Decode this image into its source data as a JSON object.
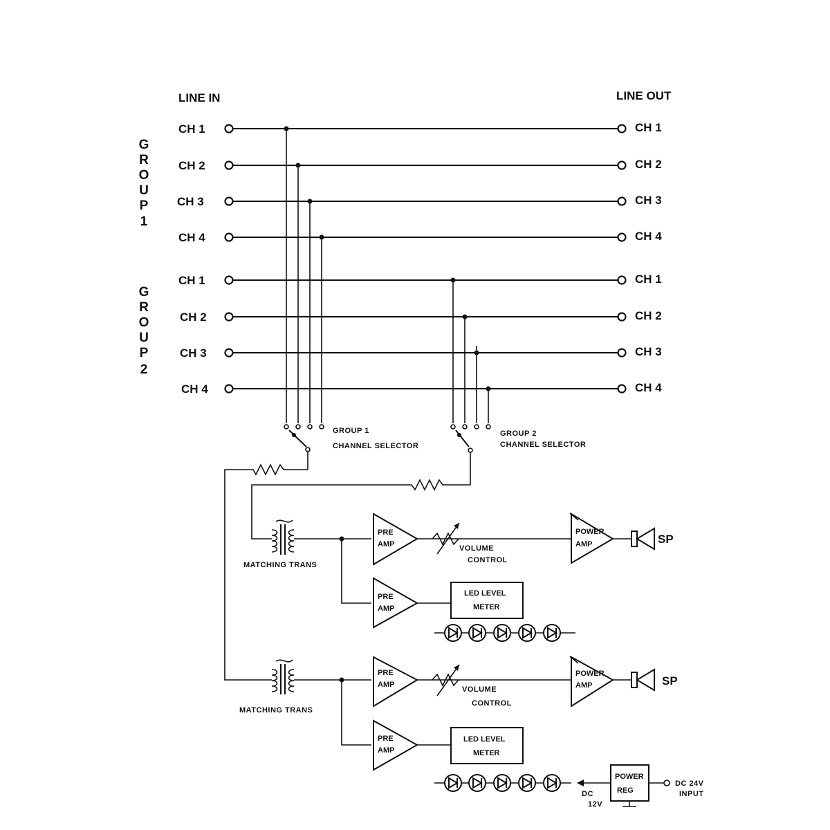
{
  "line_in": "LINE IN",
  "line_out": "LINE OUT",
  "group1_vertical": [
    "G",
    "R",
    "O",
    "U",
    "P",
    "1"
  ],
  "group2_vertical": [
    "G",
    "R",
    "O",
    "U",
    "P",
    "2"
  ],
  "group1_in": [
    "CH 1",
    "CH 2",
    "CH 3",
    "CH 4"
  ],
  "group1_out": [
    "CH 1",
    "CH 2",
    "CH 3",
    "CH 4"
  ],
  "group2_in": [
    "CH 1",
    "CH 2",
    "CH 3",
    "CH 4"
  ],
  "group2_out": [
    "CH 1",
    "CH 2",
    "CH 3",
    "CH 4"
  ],
  "selector1": [
    "GROUP 1",
    "CHANNEL SELECTOR"
  ],
  "selector2": [
    "GROUP 2",
    "CHANNEL SELECTOR"
  ],
  "matching_trans": "MATCHING TRANS",
  "pre_amp": [
    "PRE",
    "AMP"
  ],
  "volume_control": [
    "VOLUME",
    "CONTROL"
  ],
  "power_amp": [
    "POWER",
    "AMP"
  ],
  "sp": "SP",
  "led_meter": [
    "LED LEVEL",
    "METER"
  ],
  "power_reg": [
    "POWER",
    "REG"
  ],
  "dc_out": [
    "DC",
    "12V"
  ],
  "dc_in": [
    "DC 24V",
    "INPUT"
  ]
}
